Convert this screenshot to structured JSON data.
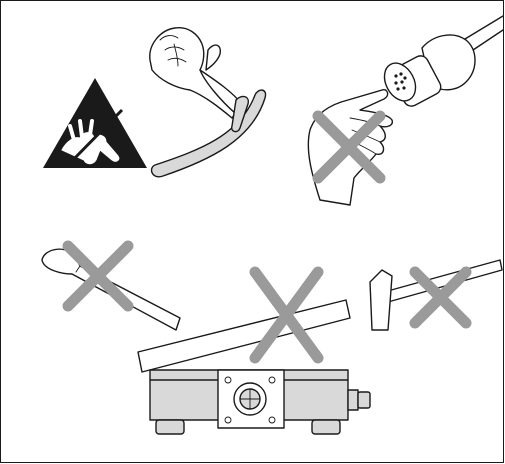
{
  "figure": {
    "title": "",
    "panels": [
      {
        "name": "esd-warning-symbol",
        "status": "allowed"
      },
      {
        "name": "grounding-wrist-strap",
        "status": "allowed"
      },
      {
        "name": "touch-connector-pins",
        "status": "prohibited"
      },
      {
        "name": "spatula-tool",
        "status": "prohibited"
      },
      {
        "name": "step-on-foot-pedal",
        "status": "prohibited"
      },
      {
        "name": "hammer-tool",
        "status": "prohibited"
      }
    ]
  },
  "colors": {
    "line": "#1a1a1a",
    "prohibited_cross": "#9a9a9a",
    "device_fill": "#d9d9d9",
    "background": "#ffffff"
  }
}
